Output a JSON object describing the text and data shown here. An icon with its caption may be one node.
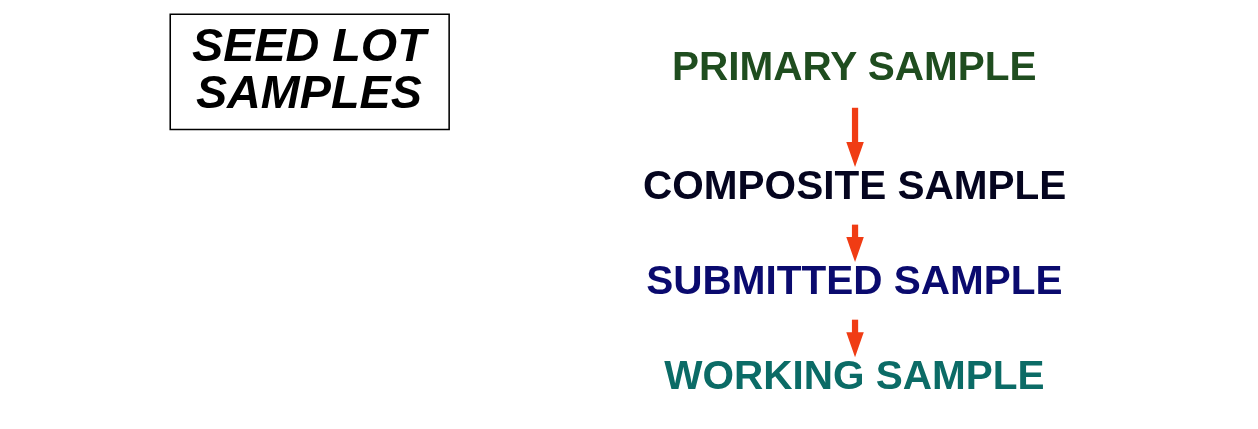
{
  "diagram": {
    "nodes": [
      {
        "text": [
          "SEED LOT SAMPLES"
        ]
      },
      {
        "text": [
          "PRIMARY SAMPLE"
        ]
      },
      {
        "text": [
          "COMPOSITE SAMPLE"
        ]
      },
      {
        "text": [
          "SUBMITTED SAMPLE"
        ]
      },
      {
        "text": [
          "WORKING SAMPLE"
        ]
      }
    ],
    "edges": [
      {
        "from": 1,
        "to": 2,
        "arrow": "to"
      },
      {
        "from": 2,
        "to": 3,
        "arrow": "to"
      },
      {
        "from": 3,
        "to": 4,
        "arrow": "to"
      }
    ]
  }
}
